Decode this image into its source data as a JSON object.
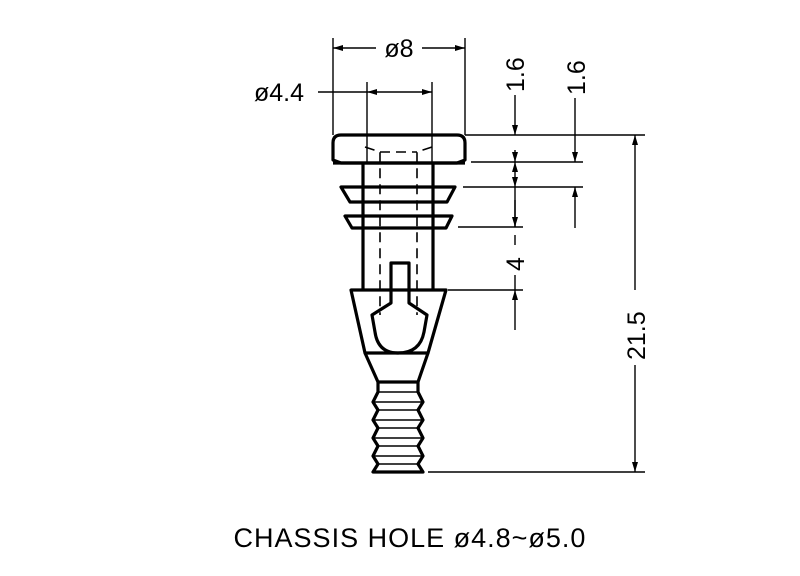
{
  "dimensions": {
    "head_diameter": "ø8",
    "bore_diameter": "ø4.4",
    "head_thickness": "1.6",
    "flange_thickness": "1.6",
    "gap_length": "4",
    "overall_length": "21.5"
  },
  "caption": "CHASSIS HOLE ø4.8~ø5.0"
}
